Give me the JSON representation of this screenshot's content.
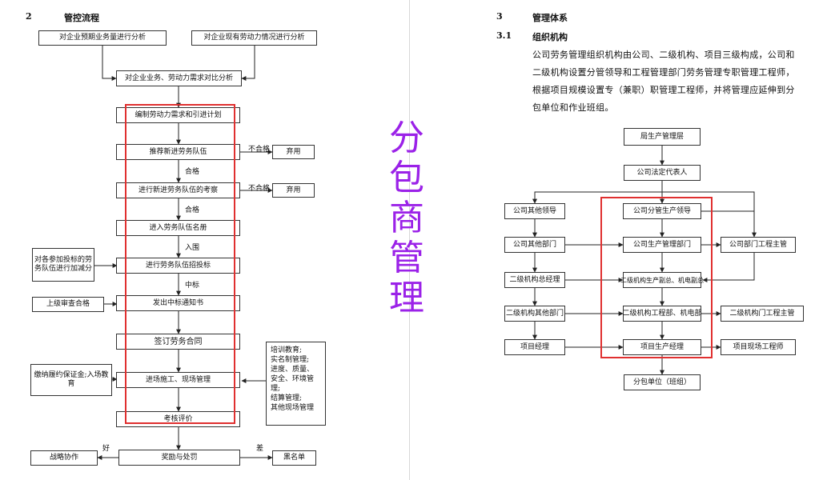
{
  "left_page": {
    "section_number": "2",
    "section_title": "管控流程",
    "nodes": {
      "analyze_forecast": "对企业预期业务量进行分析",
      "analyze_labor": "对企业现有劳动力情况进行分析",
      "compare_demand": "对企业业务、劳动力需求对比分析",
      "plan": "编制劳动力需求和引进计划",
      "recommend": "推荐新进劳务队伍",
      "discard1": "弃用",
      "inspect": "进行新进劳务队伍的考察",
      "discard2": "弃用",
      "register": "进入劳务队伍名册",
      "bid_review": "对各参加投标的劳务队伍进行加减分",
      "bidding": "进行劳务队伍招投标",
      "superior_review": "上级审查合格",
      "award_notice": "发出中标通知书",
      "contract": "签订劳务合同",
      "guarantee": "缴纳履约保证金;入场教育",
      "onsite": "进场施工、现场管理",
      "evaluation": "考核评价",
      "strategic": "战略协作",
      "reward": "奖励与处罚",
      "blacklist": "黑名单"
    },
    "training_notes": [
      "培训教育;",
      "实名制管理;",
      "进度、质量、",
      "安全、环境管理;",
      "结算管理;",
      "其他现场管理"
    ],
    "edge_labels": {
      "fail1": "不合格",
      "fail2": "不合格",
      "pass1": "合格",
      "pass2": "合格",
      "enter": "入围",
      "win": "中标",
      "good": "好",
      "bad": "差"
    }
  },
  "center_title": [
    "分",
    "包",
    "商",
    "管",
    "理"
  ],
  "right_page": {
    "section_number": "3",
    "section_title": "管理体系",
    "subsection_number": "3.1",
    "subsection_title": "组织机构",
    "paragraph": "公司劳务管理组织机构由公司、二级机构、项目三级构成，公司和二级机构设置分管领导和工程管理部门劳务管理专职管理工程师，根据项目规模设置专（兼职）职管理工程师，并将管理应延伸到分包单位和作业班组。",
    "nodes": {
      "bureau": "局生产管理层",
      "legal_rep": "公司法定代表人",
      "other_leaders": "公司其他领导",
      "prod_leader": "公司分管生产领导",
      "other_depts": "公司其他部门",
      "prod_dept": "公司生产管理部门",
      "dept_engineer": "公司部门工程主管",
      "sub_gm": "二级机构总经理",
      "sub_deputy": "二级机构生产副总、机电副总",
      "sub_other": "二级机构其他部门",
      "sub_eng_dept": "二级机构工程部、机电部",
      "sub_engineer": "二级机构门工程主管",
      "project_manager": "项目经理",
      "project_prod": "项目生产经理",
      "site_engineer": "项目现场工程师",
      "subcontractor": "分包单位（班组）"
    }
  }
}
